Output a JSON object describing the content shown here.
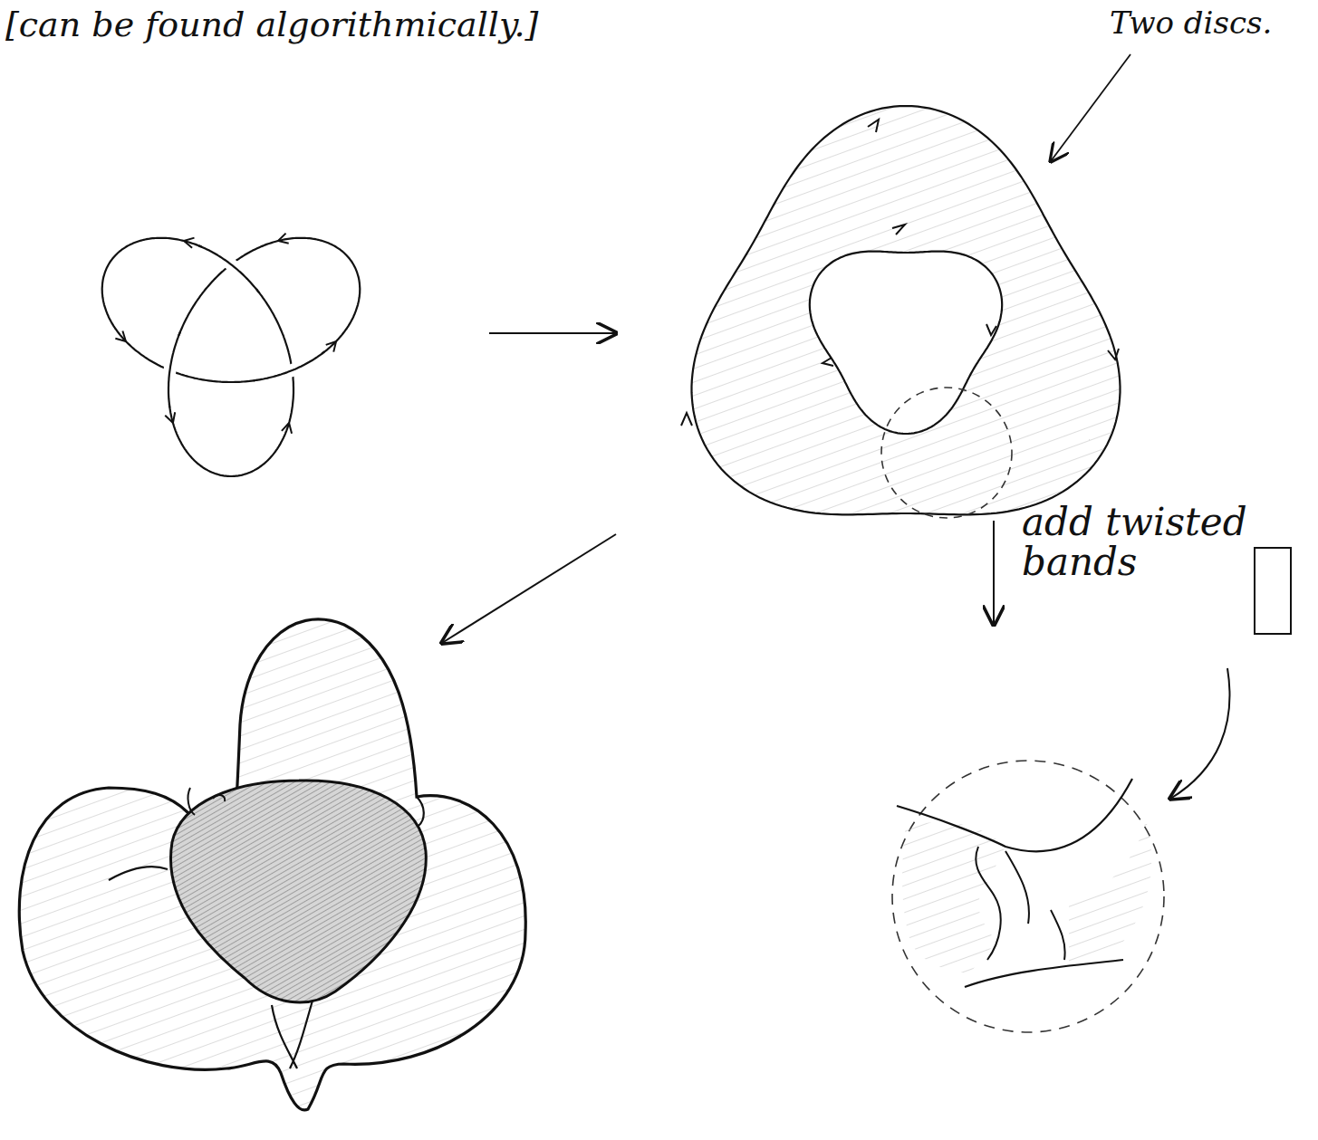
{
  "diagram": {
    "labels": [
      "[can be found algorithmically.]",
      "Two discs.",
      "add twisted bands"
    ]
  }
}
